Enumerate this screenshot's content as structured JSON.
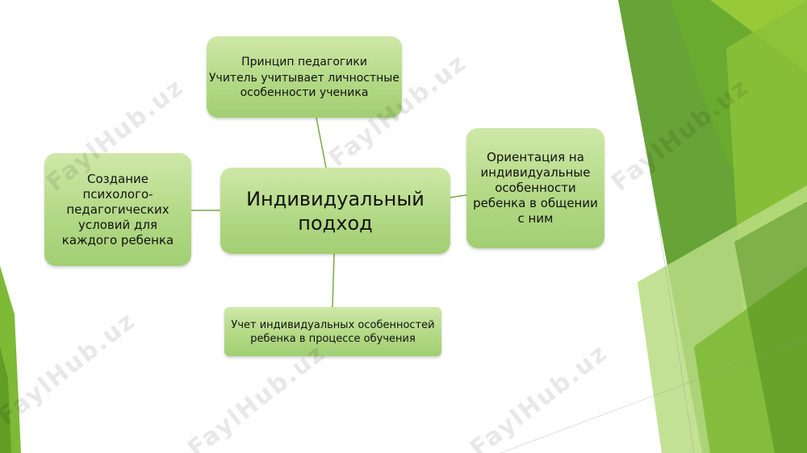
{
  "diagram": {
    "center": "Индивидуальный подход",
    "top": {
      "line1": "Принцип педагогики",
      "line2": "Учитель учитывает личностные особенности ученика"
    },
    "left": "Создание психолого-педагогических условий для каждого ребенка",
    "right": "Ориентация на индивидуальные особенности ребенка в общении с ним",
    "bottom": "Учет индивидуальных особенностей ребенка в процессе обучения"
  },
  "watermark": "FaylHub.uz",
  "colors": {
    "node_fill": "#b3d986",
    "connector": "#7aa743",
    "accent_dark": "#4e8a1c",
    "accent_light": "#9dcc3b"
  }
}
